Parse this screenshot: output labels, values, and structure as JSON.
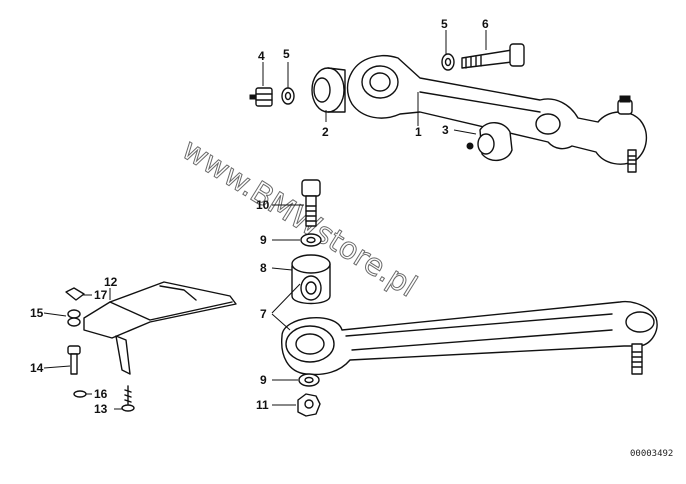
{
  "diagram": {
    "watermark": "www.BMWstore.pl",
    "drawing_number": "00003492",
    "callouts": {
      "c1": "1",
      "c2": "2",
      "c3": "3",
      "c4": "4",
      "c5a": "5",
      "c5b": "5",
      "c6": "6",
      "c7": "7",
      "c8": "8",
      "c9a": "9",
      "c9b": "9",
      "c10": "10",
      "c11": "11",
      "c12": "12",
      "c13": "13",
      "c14": "14",
      "c15": "15",
      "c16": "16",
      "c17": "17"
    }
  }
}
